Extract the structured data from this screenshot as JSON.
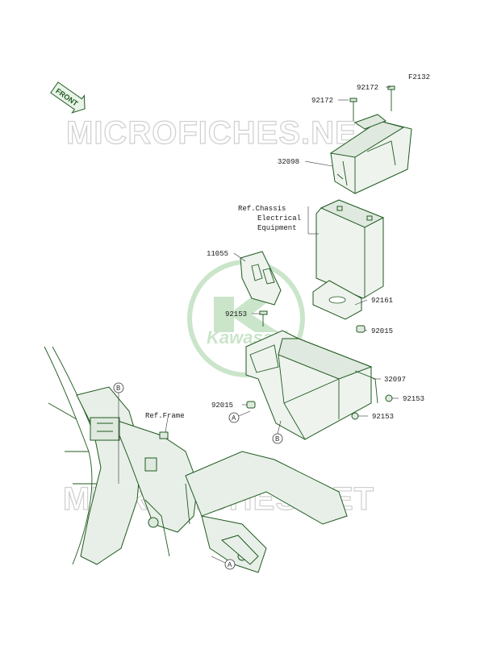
{
  "diagram_code": "F2132",
  "front_badge": "FRONT",
  "watermark_text": "MICROFICHES.NET",
  "logo_text": "Kawasaki",
  "colors": {
    "line": "#1f5a1f",
    "watermark": "#cfcfcf",
    "logo": "#9fd09f"
  },
  "parts": [
    {
      "id": "p-92172a",
      "number": "92172"
    },
    {
      "id": "p-92172b",
      "number": "92172"
    },
    {
      "id": "p-32098",
      "number": "32098"
    },
    {
      "id": "p-11055",
      "number": "11055"
    },
    {
      "id": "p-92161",
      "number": "92161"
    },
    {
      "id": "p-92153a",
      "number": "92153"
    },
    {
      "id": "p-92015a",
      "number": "92015"
    },
    {
      "id": "p-32097",
      "number": "32097"
    },
    {
      "id": "p-92015b",
      "number": "92015"
    },
    {
      "id": "p-92153b",
      "number": "92153"
    },
    {
      "id": "p-92153c",
      "number": "92153"
    }
  ],
  "refs": {
    "chassis_line1": "Ref.Chassis",
    "chassis_line2": "Electrical",
    "chassis_line3": "Equipment",
    "frame": "Ref.Frame"
  },
  "markers": {
    "a": "A",
    "b": "B"
  }
}
